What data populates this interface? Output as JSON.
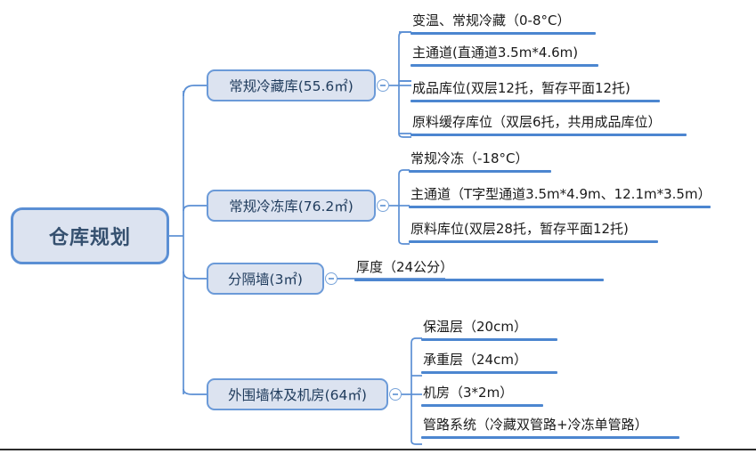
{
  "title": "仓库规划",
  "colors": {
    "node_fill": "#dce3f0",
    "node_border": "#6b9ad8",
    "root_border": "#5b8fd4",
    "rule": "#4c86d0",
    "wire": "#5b8fd4",
    "text": "#1a1a1a",
    "node_text": "#1f3b5c",
    "page_rule": "#2b2b2b"
  },
  "root": {
    "label": "仓库规划"
  },
  "branches": [
    {
      "label": "常规冷藏库(55.6㎡)",
      "toggle_icon": "collapse-minus-icon",
      "leaves": [
        {
          "label": "变温、常规冷藏（0-8°C）"
        },
        {
          "label": "主通道(直通道3.5m*4.6m)"
        },
        {
          "label": "成品库位(双层12托，暂存平面12托)"
        },
        {
          "label": "原料缓存库位（双层6托，共用成品库位）"
        }
      ]
    },
    {
      "label": "常规冷冻库(76.2㎡)",
      "toggle_icon": "collapse-minus-icon",
      "leaves": [
        {
          "label": "常规冷冻（-18°C）"
        },
        {
          "label": "主通道（T字型通道3.5m*4.9m、12.1m*3.5m）"
        },
        {
          "label": "原料库位(双层28托，暂存平面12托)"
        }
      ]
    },
    {
      "label": "分隔墙(3㎡)",
      "toggle_icon": "collapse-minus-icon",
      "leaves": [
        {
          "label": "厚度（24公分）"
        }
      ]
    },
    {
      "label": "外围墙体及机房(64㎡)",
      "toggle_icon": "collapse-minus-icon",
      "leaves": [
        {
          "label": "保温层（20cm）"
        },
        {
          "label": "承重层（24cm）"
        },
        {
          "label": "机房（3*2m）"
        },
        {
          "label": "管路系统（冷藏双管路+冷冻单管路）"
        }
      ]
    }
  ]
}
